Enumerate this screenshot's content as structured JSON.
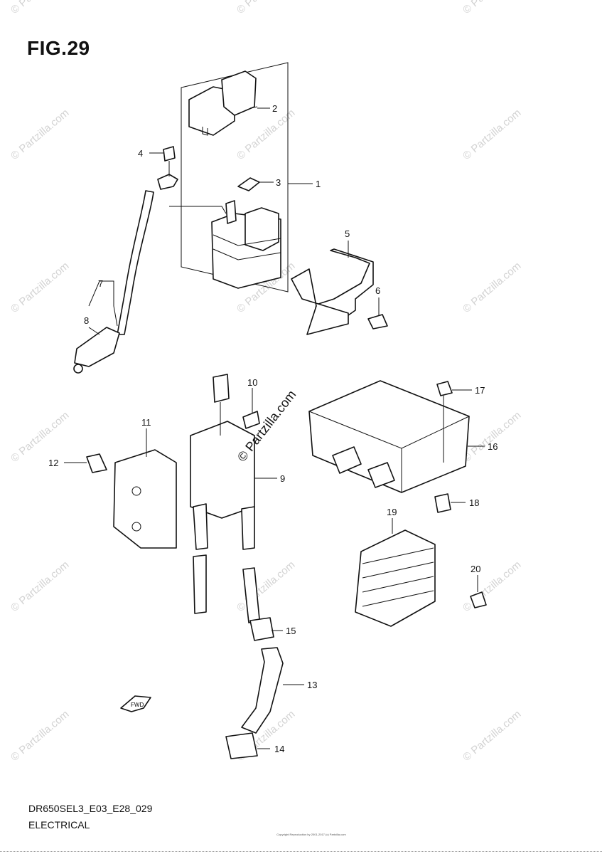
{
  "figure": {
    "title": "FIG.29",
    "code": "DR650SEL3_E03_E28_029",
    "section": "ELECTRICAL",
    "copyright": "Copyright Reproduction by 2001-2017 (c) Partzilla.com"
  },
  "watermark": {
    "text": "© Partzilla.com",
    "stamp_text": "© Partzilla.com"
  },
  "callouts": [
    "1",
    "2",
    "3",
    "4",
    "5",
    "6",
    "7",
    "8",
    "9",
    "10",
    "11",
    "12",
    "13",
    "14",
    "15",
    "16",
    "17",
    "18",
    "19",
    "20"
  ],
  "direction_marker": "FWD"
}
